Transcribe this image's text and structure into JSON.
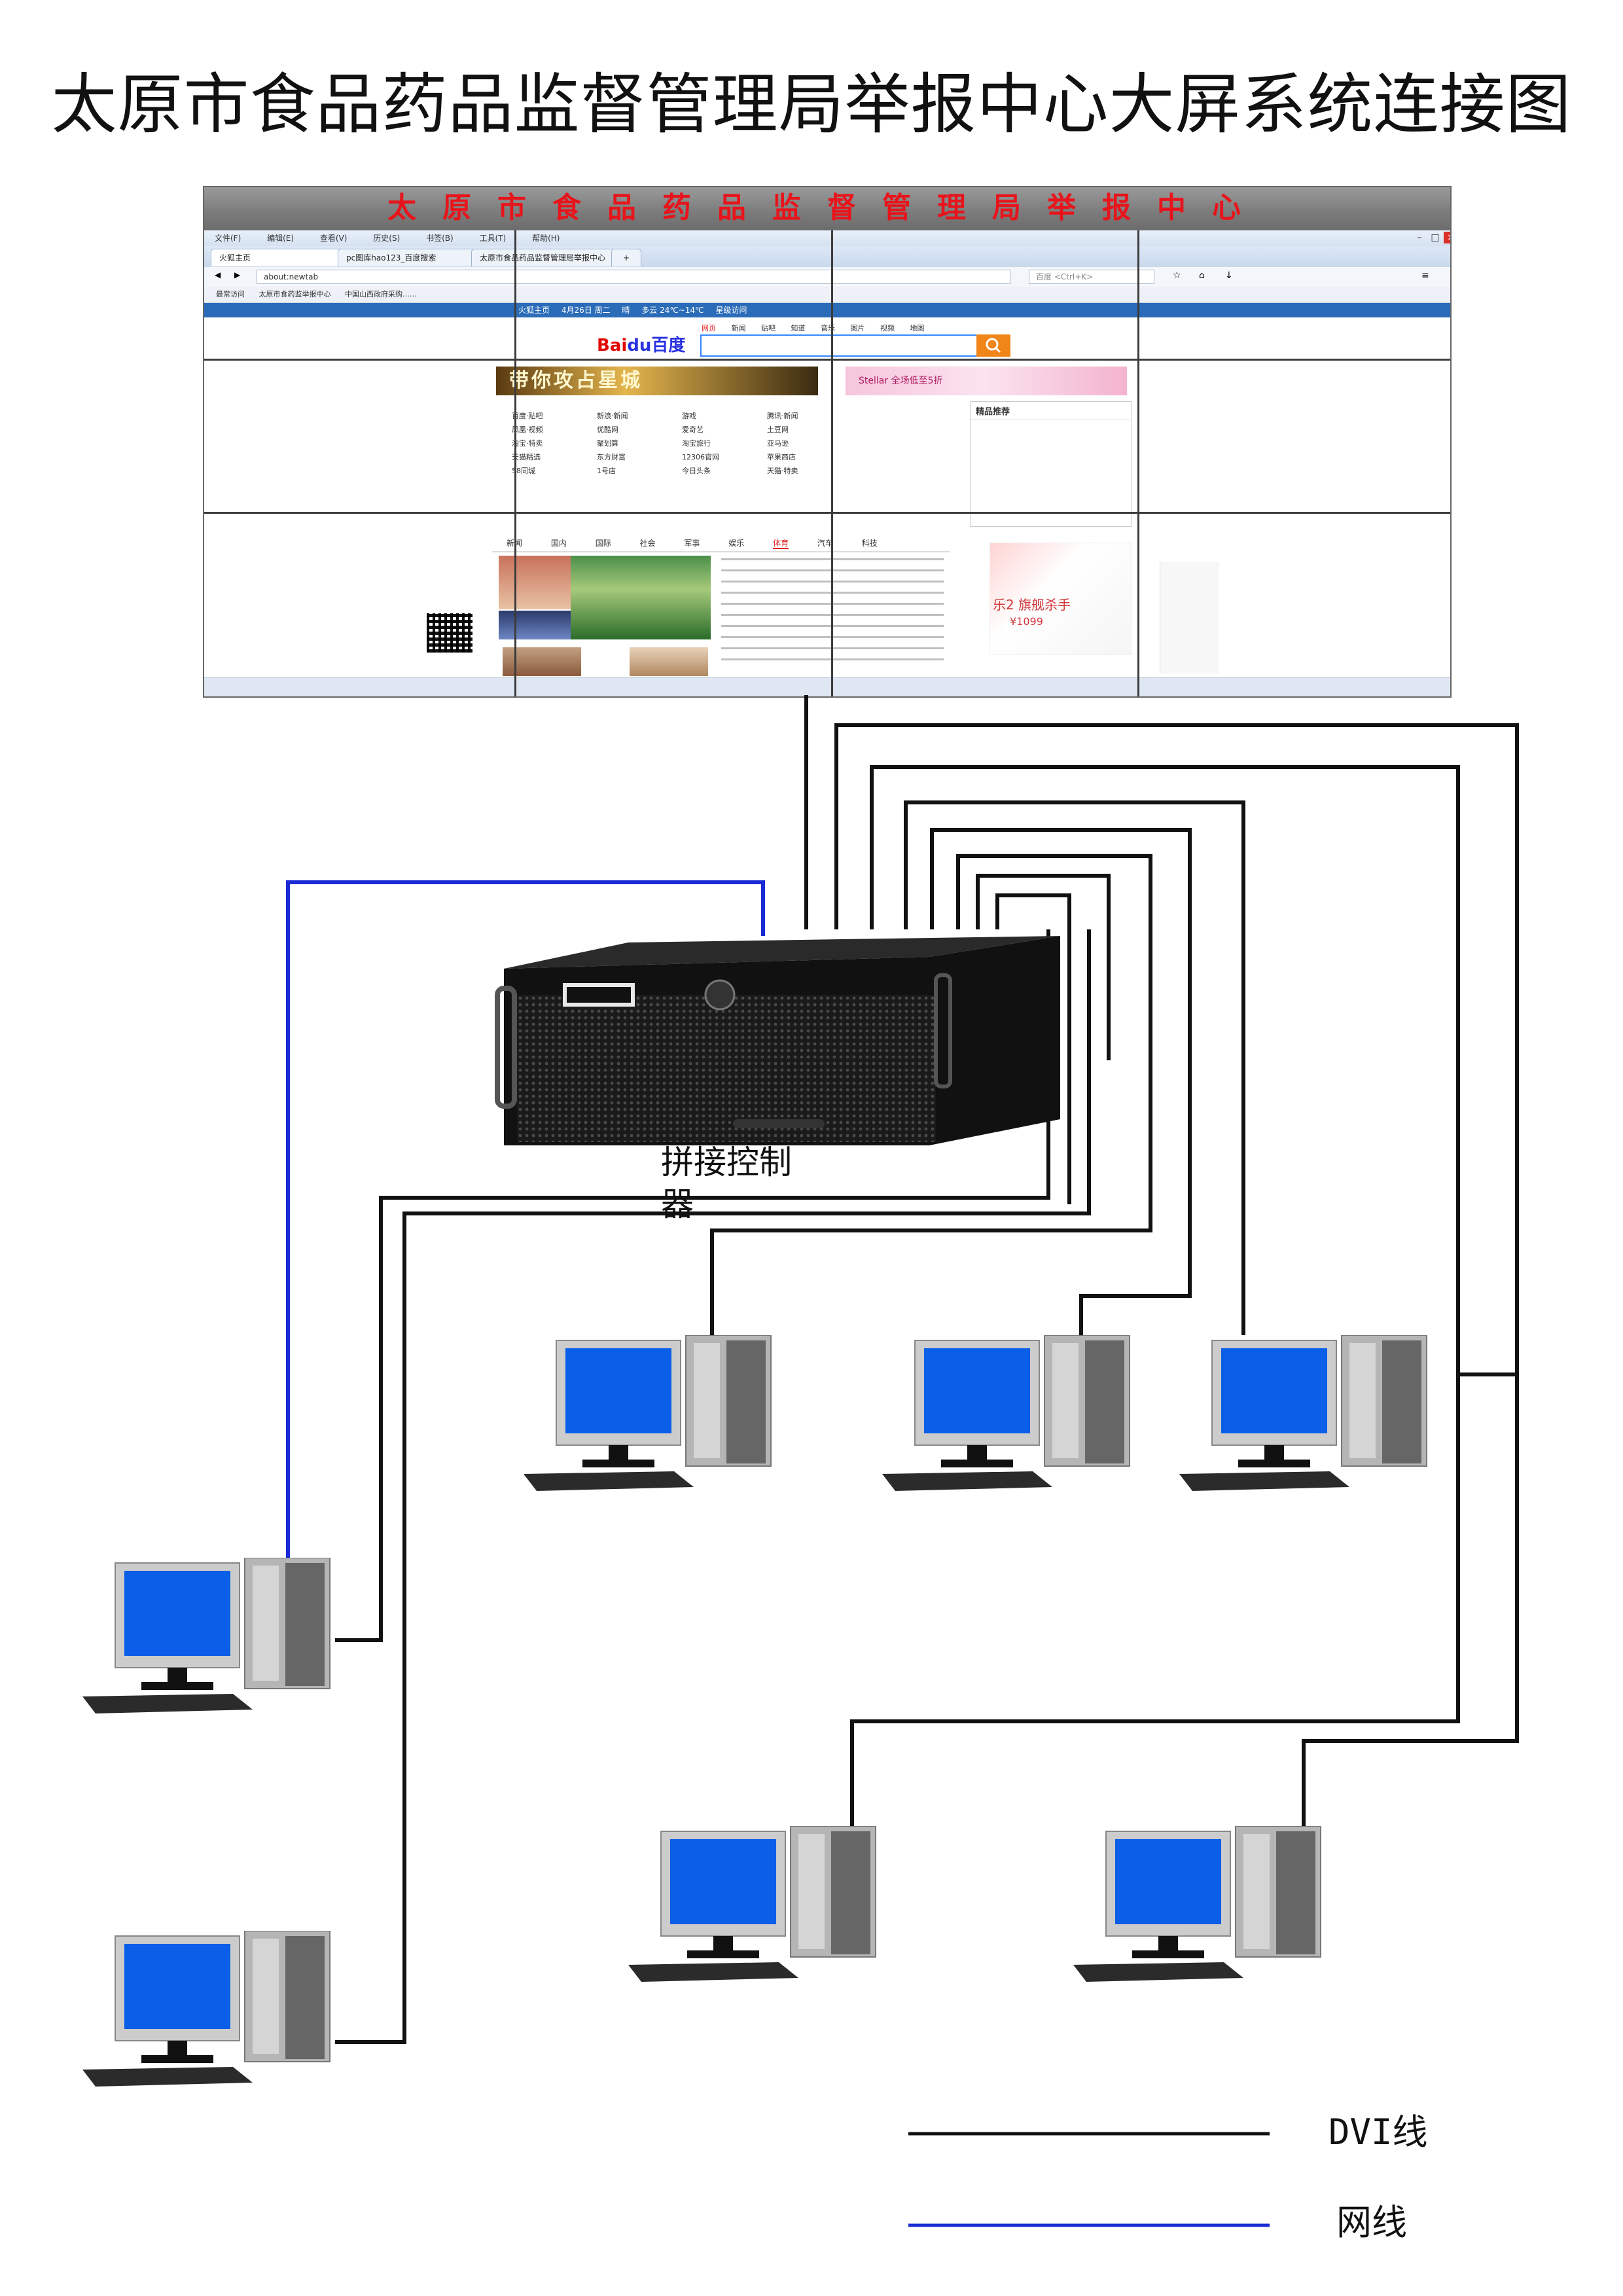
{
  "title": "太原市食品药品监督管理局举报中心大屏系统连接图",
  "video_wall": {
    "banner_text": "太原市食品药品监督管理局举报中心",
    "menu": [
      "文件(F)",
      "编辑(E)",
      "查看(V)",
      "历史(S)",
      "书签(B)",
      "工具(T)",
      "帮助(H)"
    ],
    "tabs": [
      "火狐主页",
      "pc图库hao123_百度搜索",
      "太原市食品药品监督管理局举报中心"
    ],
    "url": "about:newtab",
    "search_placeholder": "百度 <Ctrl+K>",
    "bookmarks": [
      "最常访问",
      "太原市食药监举报中心",
      "中国山西政府采购……"
    ],
    "site_header": [
      "火狐主页",
      "4月26日 周二",
      "晴",
      "多云 24℃~14℃",
      "星级访问"
    ],
    "baidu_logo_a": "Bai",
    "baidu_logo_b": "du百度",
    "baidu_tabs": [
      "网页",
      "新闻",
      "贴吧",
      "知道",
      "音乐",
      "图片",
      "视频",
      "地图"
    ],
    "banner_ad": "带你攻占星城",
    "banner_ad2": "Stellar 全场低至5折",
    "links": [
      [
        "百度·贴吧",
        "凤凰·视频",
        "淘宝·特卖",
        "天猫精选",
        "58同城"
      ],
      [
        "新浪·新闻",
        "优酷网",
        "聚划算",
        "东方财富",
        "1号店"
      ],
      [
        "游戏",
        "爱奇艺",
        "淘宝旅行",
        "12306官网",
        "今日头条"
      ],
      [
        "腾讯·新闻",
        "土豆网",
        "亚马逊",
        "苹果商店",
        "天猫·特卖"
      ]
    ],
    "hot_panel_title": "精品推荐",
    "news_tabs": [
      "新闻",
      "国内",
      "国际",
      "社会",
      "军事",
      "娱乐",
      "体育",
      "汽车",
      "科技"
    ],
    "active_news_tab": "体育",
    "phone_ad_text": "乐2 旗舰杀手",
    "phone_price": "¥1099"
  },
  "controller_label": "拼接控制器",
  "legend": [
    {
      "label": "DVI线",
      "color": "#111111"
    },
    {
      "label": "网线",
      "color": "#1a2bd4"
    }
  ],
  "cable_colors": {
    "dvi": "#111111",
    "network": "#1a2bd4"
  }
}
